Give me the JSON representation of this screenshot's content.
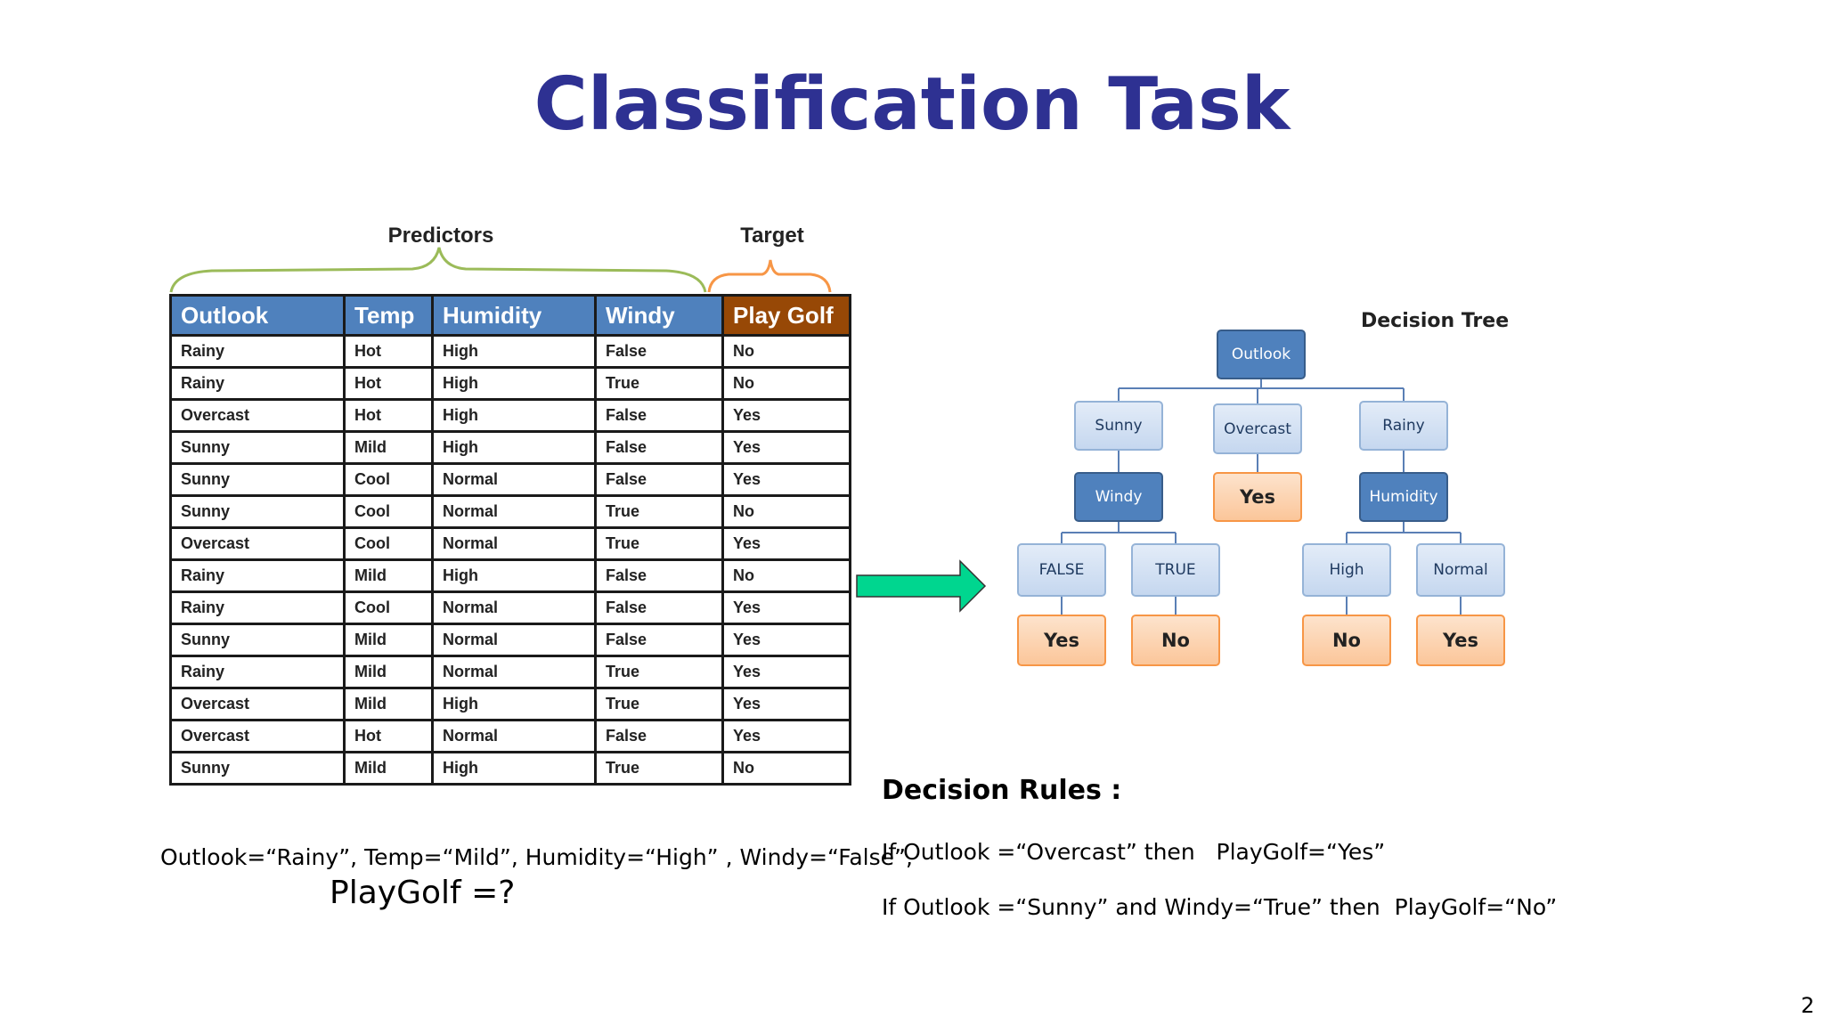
{
  "slide": {
    "title": "Classification Task",
    "page_number": "2"
  },
  "table": {
    "predictors_label": "Predictors",
    "target_label": "Target",
    "headers": [
      "Outlook",
      "Temp",
      "Humidity",
      "Windy",
      "Play Golf"
    ],
    "rows": [
      [
        "Rainy",
        "Hot",
        "High",
        "False",
        "No"
      ],
      [
        "Rainy",
        "Hot",
        "High",
        "True",
        "No"
      ],
      [
        "Overcast",
        "Hot",
        "High",
        "False",
        "Yes"
      ],
      [
        "Sunny",
        "Mild",
        "High",
        "False",
        "Yes"
      ],
      [
        "Sunny",
        "Cool",
        "Normal",
        "False",
        "Yes"
      ],
      [
        "Sunny",
        "Cool",
        "Normal",
        "True",
        "No"
      ],
      [
        "Overcast",
        "Cool",
        "Normal",
        "True",
        "Yes"
      ],
      [
        "Rainy",
        "Mild",
        "High",
        "False",
        "No"
      ],
      [
        "Rainy",
        "Cool",
        "Normal",
        "False",
        "Yes"
      ],
      [
        "Sunny",
        "Mild",
        "Normal",
        "False",
        "Yes"
      ],
      [
        "Rainy",
        "Mild",
        "Normal",
        "True",
        "Yes"
      ],
      [
        "Overcast",
        "Mild",
        "High",
        "True",
        "Yes"
      ],
      [
        "Overcast",
        "Hot",
        "Normal",
        "False",
        "Yes"
      ],
      [
        "Sunny",
        "Mild",
        "High",
        "True",
        "No"
      ]
    ],
    "header_color": "#4f81bd",
    "target_header_color": "#974806"
  },
  "tree": {
    "title": "Decision Tree",
    "root": "Outlook",
    "branch_sunny": "Sunny",
    "branch_overcast": "Overcast",
    "branch_rainy": "Rainy",
    "node_windy": "Windy",
    "leaf_overcast_yes": "Yes",
    "node_humidity": "Humidity",
    "branch_false": "FALSE",
    "branch_true": "TRUE",
    "branch_high": "High",
    "branch_normal": "Normal",
    "leaf_false_yes": "Yes",
    "leaf_true_no": "No",
    "leaf_high_no": "No",
    "leaf_normal_yes": "Yes",
    "arrow_color": "#00d68f"
  },
  "rules": {
    "title": "Decision Rules :",
    "rule1": "If Outlook =“Overcast” then   PlayGolf=“Yes”",
    "rule2": "If Outlook =“Sunny” and Windy=“True” then  PlayGolf=“No”"
  },
  "query": {
    "line1": "Outlook=“Rainy”, Temp=“Mild”, Humidity=“High” , Windy=“False”,",
    "line2": "PlayGolf =?"
  }
}
